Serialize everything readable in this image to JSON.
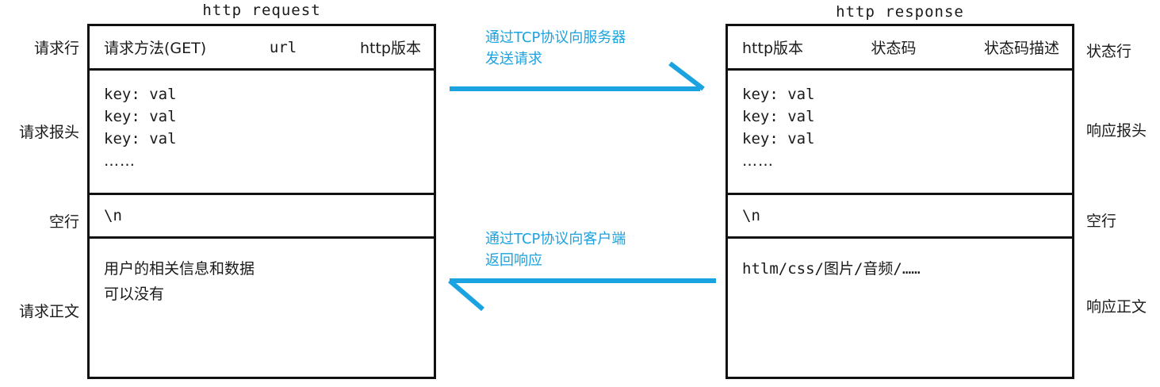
{
  "colors": {
    "accent_blue": "#1aa3e0",
    "border_black": "#111111",
    "text": "#1a1a1a",
    "background": "#ffffff"
  },
  "request": {
    "caption": "http request",
    "start_line": {
      "method": "请求方法(GET)",
      "url": "url",
      "version": "http版本"
    },
    "headers": {
      "line1": "key: val",
      "line2": "key: val",
      "line3": "key: val",
      "ellipsis": "……"
    },
    "blank_line": "\\n",
    "body": {
      "line1": "用户的相关信息和数据",
      "line2": "可以没有"
    },
    "side_labels": [
      {
        "label": "请求行"
      },
      {
        "label": "请求报头"
      },
      {
        "label": "空行"
      },
      {
        "label": "请求正文"
      }
    ]
  },
  "response": {
    "caption": "http response",
    "status_line": {
      "version": "http版本",
      "status_code": "状态码",
      "status_desc": "状态码描述"
    },
    "headers": {
      "line1": "key: val",
      "line2": "key: val",
      "line3": "key: val",
      "ellipsis": "……"
    },
    "blank_line": "\\n",
    "body": {
      "line1": "htlm/css/图片/音频/……"
    },
    "side_labels": [
      {
        "label": "状态行"
      },
      {
        "label": "响应报头"
      },
      {
        "label": "空行"
      },
      {
        "label": "响应正文"
      }
    ]
  },
  "flows": [
    {
      "id": "send",
      "direction": "right",
      "line1": "通过TCP协议向服务器",
      "line2": "发送请求"
    },
    {
      "id": "reply",
      "direction": "left",
      "line1": "通过TCP协议向客户端",
      "line2": "返回响应"
    }
  ]
}
